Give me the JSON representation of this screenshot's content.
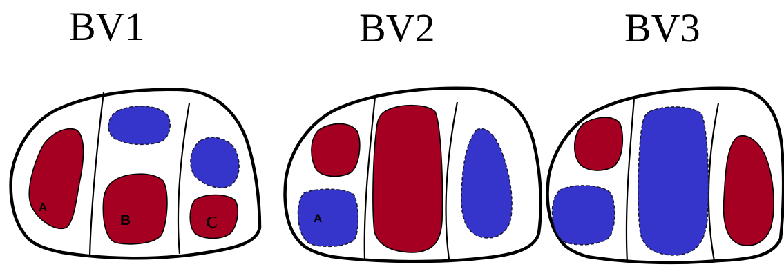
{
  "colors": {
    "red": "#a50021",
    "blue": "#3535cc",
    "outline": "#000000",
    "background": "#ffffff"
  },
  "panels": [
    {
      "title": "BV1",
      "labels": {
        "a": "A",
        "b": "B",
        "c": "C"
      }
    },
    {
      "title": "BV2",
      "labels": {
        "a": "A"
      }
    },
    {
      "title": "BV3"
    }
  ]
}
